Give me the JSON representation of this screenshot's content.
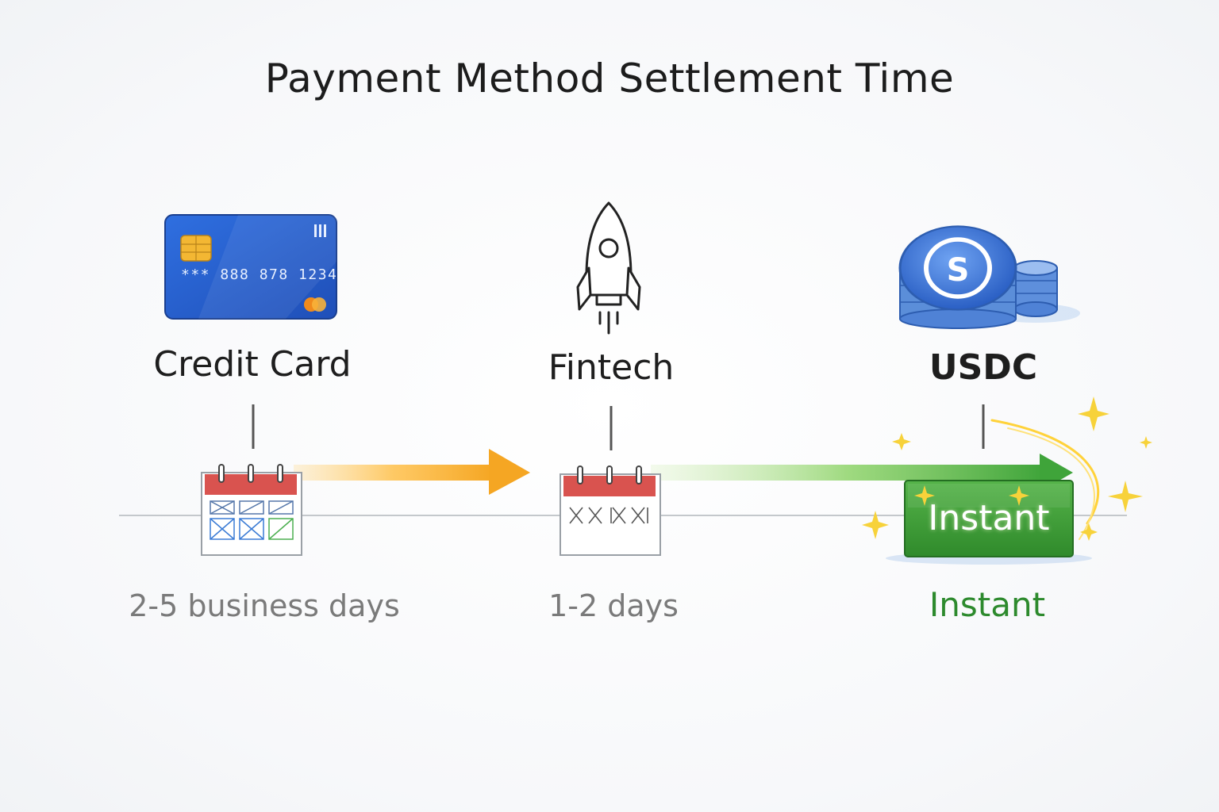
{
  "title": "Payment Method Settlement Time",
  "methods": [
    {
      "name": "Credit Card",
      "time": "2-5 business days",
      "icon": "credit-card-icon"
    },
    {
      "name": "Fintech",
      "time": "1-2 days",
      "icon": "rocket-icon"
    },
    {
      "name": "USDC",
      "time": "Instant",
      "icon": "usdc-coin-icon"
    }
  ],
  "card_number": "*** 888 878 1234",
  "badge": "Instant",
  "colors": {
    "orange_arrow": "#f5a623",
    "green_arrow": "#4caf3c",
    "badge_green": "#3f9e36",
    "usdc_blue": "#2e6fd6",
    "calendar_red": "#d9534f"
  }
}
